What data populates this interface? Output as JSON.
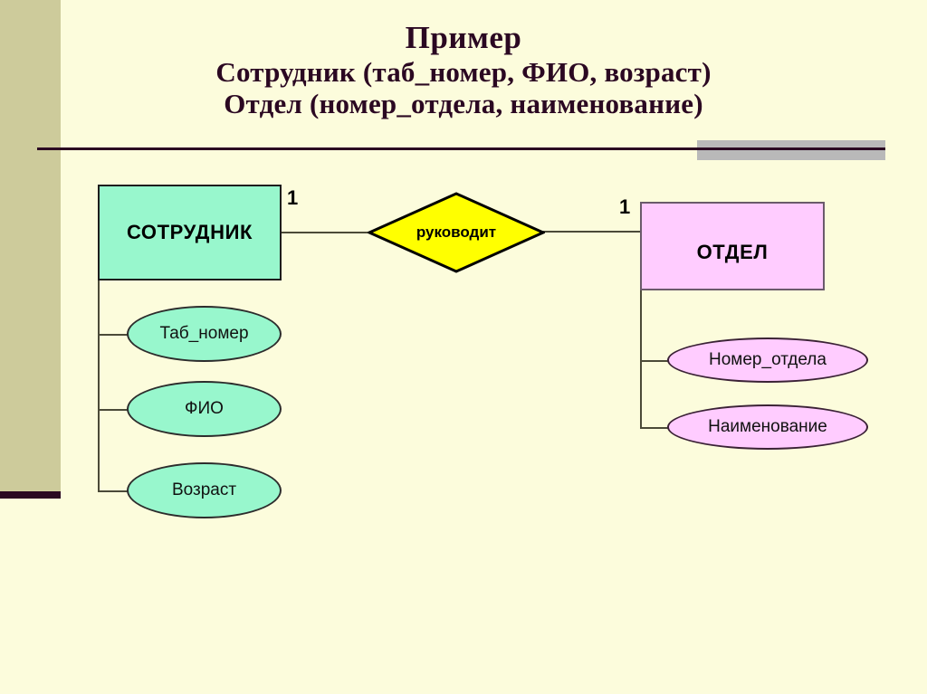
{
  "slide": {
    "background_color": "#fcfcdc",
    "band_color": "#cdcb9b",
    "accent_dark": "#2b0822",
    "shadow_color": "#b9b9b9"
  },
  "header": {
    "title": "Пример",
    "line2": "Сотрудник (таб_номер, ФИО, возраст)",
    "line3": "Отдел (номер_отдела, наименование)"
  },
  "diagram": {
    "entities": [
      {
        "id": "employee",
        "label": "СОТРУДНИК",
        "fill": "#98f7cd",
        "cardinality": "1",
        "attributes": [
          {
            "label": "Таб_номер"
          },
          {
            "label": "ФИО"
          },
          {
            "label": "Возраст"
          }
        ]
      },
      {
        "id": "department",
        "label": "ОТДЕЛ",
        "fill": "#ffccff",
        "cardinality": "1",
        "attributes": [
          {
            "label": "Номер_отдела"
          },
          {
            "label": "Наименование"
          }
        ]
      }
    ],
    "relationship": {
      "label": "руководит",
      "fill": "#ffff00",
      "left_cardinality": "1",
      "right_cardinality": "1"
    }
  }
}
